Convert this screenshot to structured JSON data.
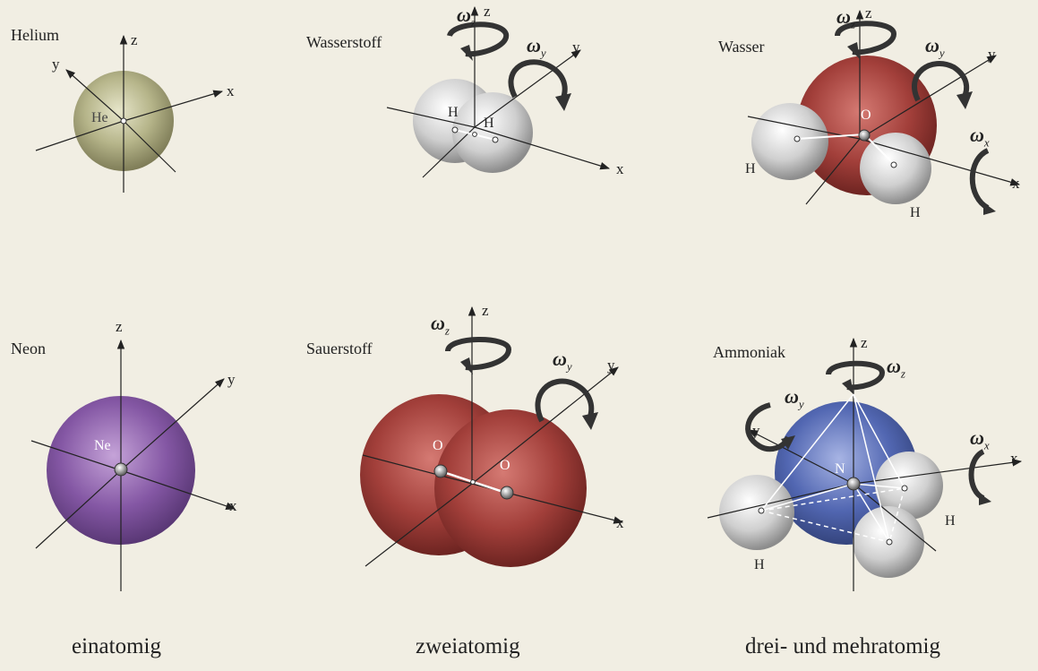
{
  "panels": {
    "helium": {
      "name": "Helium",
      "atom": "He"
    },
    "hydrogen": {
      "name": "Wasserstoff",
      "atoms": [
        "H",
        "H"
      ]
    },
    "water": {
      "name": "Wasser",
      "atoms": [
        "O",
        "H",
        "H"
      ]
    },
    "neon": {
      "name": "Neon",
      "atom": "Ne"
    },
    "oxygen": {
      "name": "Sauerstoff",
      "atoms": [
        "O",
        "O"
      ]
    },
    "ammonia": {
      "name": "Ammoniak",
      "atoms": [
        "N",
        "H",
        "H"
      ]
    }
  },
  "axes": {
    "x": "x",
    "y": "y",
    "z": "z"
  },
  "rotation": {
    "symbol": "ω",
    "x": "x",
    "y": "y",
    "z": "z"
  },
  "captions": {
    "mono": "einatomig",
    "di": "zweiatomig",
    "poly": "drei- und mehratomig"
  },
  "colors": {
    "helium": "#b9b88f",
    "hydrogen": "#cfcfcf",
    "oxygen": "#a9443f",
    "neon": "#8a5aa6",
    "nitrogen": "#5266b0",
    "paper": "#f1eee3"
  }
}
